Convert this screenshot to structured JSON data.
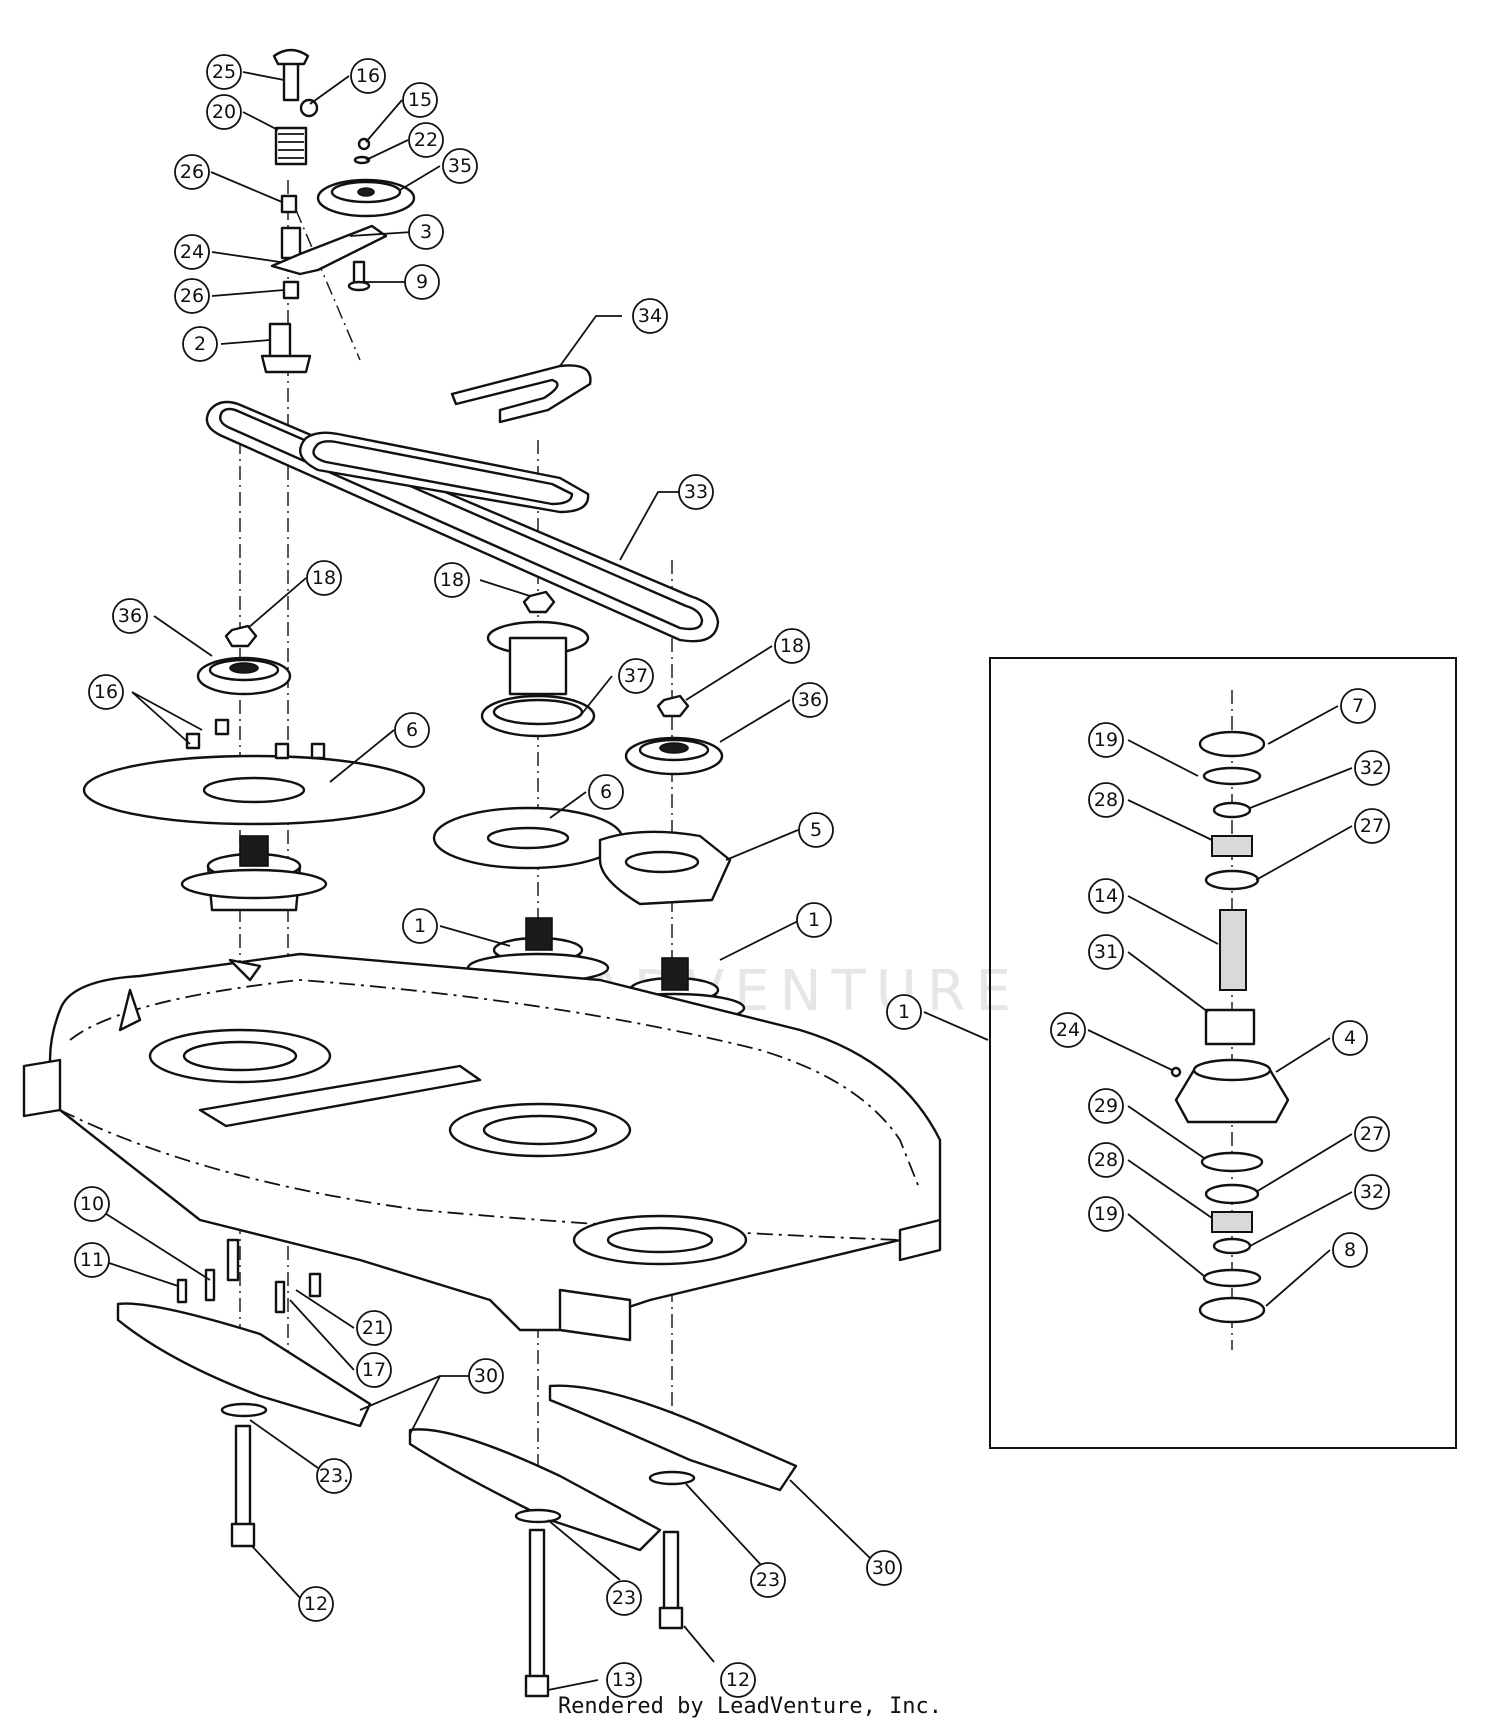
{
  "diagram": {
    "watermark": "LEADVENTURE",
    "footer": "Rendered by LeadVenture, Inc.",
    "callouts": [
      {
        "id": "c25",
        "label": "25"
      },
      {
        "id": "c16a",
        "label": "16"
      },
      {
        "id": "c20",
        "label": "20"
      },
      {
        "id": "c15",
        "label": "15"
      },
      {
        "id": "c22",
        "label": "22"
      },
      {
        "id": "c35",
        "label": "35"
      },
      {
        "id": "c26a",
        "label": "26"
      },
      {
        "id": "c3",
        "label": "3"
      },
      {
        "id": "c24a",
        "label": "24"
      },
      {
        "id": "c26b",
        "label": "26"
      },
      {
        "id": "c9",
        "label": "9"
      },
      {
        "id": "c2",
        "label": "2"
      },
      {
        "id": "c34",
        "label": "34"
      },
      {
        "id": "c33",
        "label": "33"
      },
      {
        "id": "c18a",
        "label": "18"
      },
      {
        "id": "c18b",
        "label": "18"
      },
      {
        "id": "c36a",
        "label": "36"
      },
      {
        "id": "c18c",
        "label": "18"
      },
      {
        "id": "c37",
        "label": "37"
      },
      {
        "id": "c36b",
        "label": "36"
      },
      {
        "id": "c16b",
        "label": "16"
      },
      {
        "id": "c6a",
        "label": "6"
      },
      {
        "id": "c6b",
        "label": "6"
      },
      {
        "id": "c5",
        "label": "5"
      },
      {
        "id": "c1a",
        "label": "1"
      },
      {
        "id": "c1b",
        "label": "1"
      },
      {
        "id": "c1c",
        "label": "1"
      },
      {
        "id": "c10",
        "label": "10"
      },
      {
        "id": "c11",
        "label": "11"
      },
      {
        "id": "c21",
        "label": "21"
      },
      {
        "id": "c17",
        "label": "17"
      },
      {
        "id": "c30a",
        "label": "30"
      },
      {
        "id": "c23a",
        "label": "23."
      },
      {
        "id": "c23b",
        "label": "23"
      },
      {
        "id": "c23c",
        "label": "23"
      },
      {
        "id": "c30b",
        "label": "30"
      },
      {
        "id": "c12a",
        "label": "12"
      },
      {
        "id": "c13",
        "label": "13"
      },
      {
        "id": "c12b",
        "label": "12"
      },
      {
        "id": "i7",
        "label": "7"
      },
      {
        "id": "i19a",
        "label": "19"
      },
      {
        "id": "i32a",
        "label": "32"
      },
      {
        "id": "i28a",
        "label": "28"
      },
      {
        "id": "i27a",
        "label": "27"
      },
      {
        "id": "i14",
        "label": "14"
      },
      {
        "id": "i31",
        "label": "31"
      },
      {
        "id": "i24",
        "label": "24"
      },
      {
        "id": "i4",
        "label": "4"
      },
      {
        "id": "i29",
        "label": "29"
      },
      {
        "id": "i27b",
        "label": "27"
      },
      {
        "id": "i28b",
        "label": "28"
      },
      {
        "id": "i32b",
        "label": "32"
      },
      {
        "id": "i19b",
        "label": "19"
      },
      {
        "id": "i8",
        "label": "8"
      }
    ]
  }
}
